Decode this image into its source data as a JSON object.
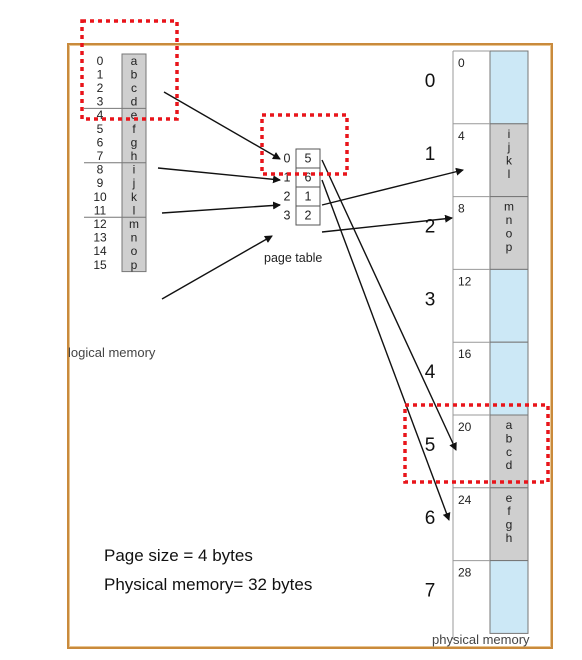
{
  "logical_memory": {
    "label": "logical memory",
    "addresses": [
      "0",
      "1",
      "2",
      "3",
      "4",
      "5",
      "6",
      "7",
      "8",
      "9",
      "10",
      "11",
      "12",
      "13",
      "14",
      "15"
    ],
    "contents": [
      "a",
      "b",
      "c",
      "d",
      "e",
      "f",
      "g",
      "h",
      "i",
      "j",
      "k",
      "l",
      "m",
      "n",
      "o",
      "p"
    ]
  },
  "page_table": {
    "label": "page table",
    "indices": [
      "0",
      "1",
      "2",
      "3"
    ],
    "frames": [
      "5",
      "6",
      "1",
      "2"
    ]
  },
  "physical_memory": {
    "label": "physical memory",
    "frame_numbers": [
      "0",
      "1",
      "2",
      "3",
      "4",
      "5",
      "6",
      "7"
    ],
    "base_addresses": [
      "0",
      "4",
      "8",
      "12",
      "16",
      "20",
      "24",
      "28"
    ],
    "frames": [
      [],
      [
        "i",
        "j",
        "k",
        "l"
      ],
      [
        "m",
        "n",
        "o",
        "p"
      ],
      [],
      [],
      [
        "a",
        "b",
        "c",
        "d"
      ],
      [
        "e",
        "f",
        "g",
        "h"
      ],
      []
    ]
  },
  "notes": {
    "page_size": "Page size = 4 bytes",
    "physical_memory_size": "Physical memory= 32 bytes"
  },
  "colors": {
    "frame_border": "#c98a3c",
    "logical_cell": "#cfcfcf",
    "physical_frame": "#cce8f6",
    "highlight": "#e8151b",
    "arrow": "#111111"
  }
}
